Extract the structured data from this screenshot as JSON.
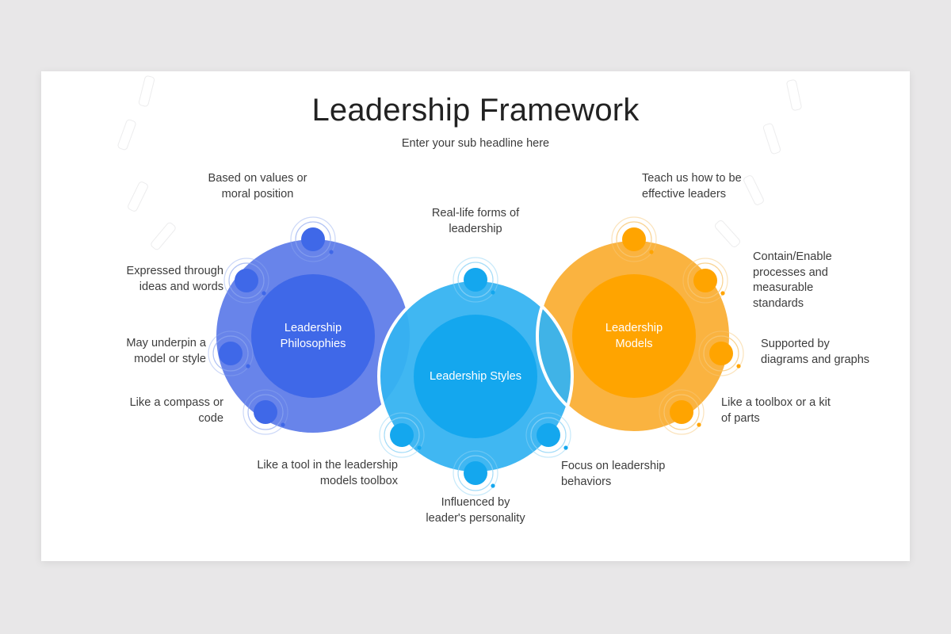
{
  "slide": {
    "title": "Leadership Framework",
    "subtitle": "Enter your sub headline here",
    "background_color": "#e8e7e8",
    "card_color": "#ffffff"
  },
  "groups": [
    {
      "id": "philosophies",
      "core_label": "Leadership\nPhilosophies",
      "outer_color": "#5b7ae8",
      "inner_color": "#3f68e8",
      "node_color": "#3f68e8",
      "labels": [
        "Based on values or\nmoral position",
        "Expressed through\nideas and words",
        "May underpin a\nmodel or style",
        "Like a compass or\ncode",
        "Like a tool in the leadership\nmodels toolbox"
      ]
    },
    {
      "id": "styles",
      "core_label": "Leadership Styles",
      "outer_color": "#34b3f1",
      "inner_color": "#14a7ee",
      "node_color": "#14a7ee",
      "labels": [
        "Real-life forms of\nleadership",
        "Influenced by\nleader's personality",
        "Focus on leadership\nbehaviors"
      ]
    },
    {
      "id": "models",
      "core_label": "Leadership\nModels",
      "outer_color": "#f9a825",
      "inner_color": "#ffa400",
      "node_color": "#ffa400",
      "labels": [
        "Teach us how to be\neffective leaders",
        "Contain/Enable\nprocesses and\nmeasurable\nstandards",
        "Supported by\ndiagrams and graphs",
        "Like a toolbox or a kit\nof parts"
      ]
    }
  ],
  "chart_data": {
    "type": "diagram",
    "title": "Leadership Framework",
    "subtitle": "Enter your sub headline here",
    "layout": "three overlapping venn-style circles with satellite nodes",
    "nodes": [
      {
        "group": "philosophies",
        "text": "Based on values or moral position"
      },
      {
        "group": "philosophies",
        "text": "Expressed through ideas and words"
      },
      {
        "group": "philosophies",
        "text": "May underpin a model or style"
      },
      {
        "group": "philosophies",
        "text": "Like a compass or code"
      },
      {
        "group": "philosophies",
        "text": "Like a tool in the leadership models toolbox"
      },
      {
        "group": "styles",
        "text": "Real-life forms of leadership"
      },
      {
        "group": "styles",
        "text": "Influenced by leader's personality"
      },
      {
        "group": "styles",
        "text": "Focus on leadership behaviors"
      },
      {
        "group": "models",
        "text": "Teach us how to be effective leaders"
      },
      {
        "group": "models",
        "text": "Contain/Enable processes and measurable standards"
      },
      {
        "group": "models",
        "text": "Supported by diagrams and graphs"
      },
      {
        "group": "models",
        "text": "Like a toolbox or a kit of parts"
      }
    ]
  }
}
